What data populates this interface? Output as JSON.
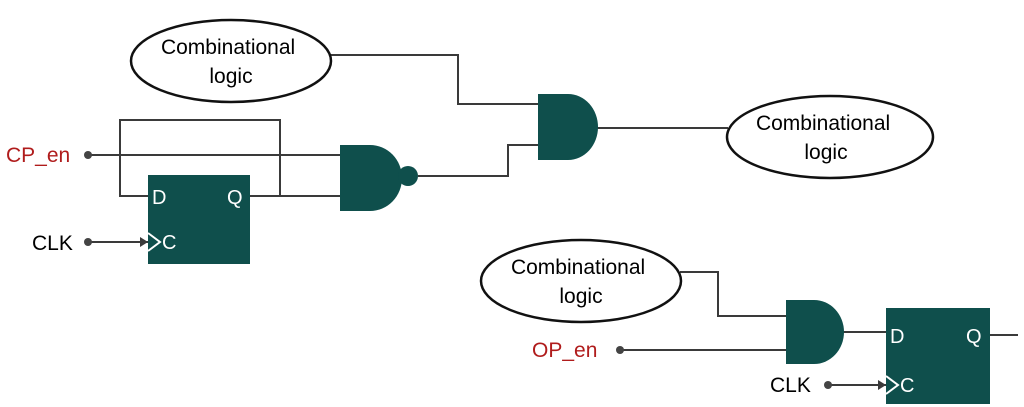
{
  "blocks": {
    "top_left": "Combinational logic",
    "right": "Combinational logic",
    "bottom": "Combinational logic"
  },
  "flipflops": {
    "ff1": {
      "d": "D",
      "q": "Q",
      "c": "C"
    },
    "ff2": {
      "d": "D",
      "q": "Q",
      "c": "C"
    }
  },
  "signals": {
    "cp_en": "CP_en",
    "clk1": "CLK",
    "op_en": "OP_en",
    "clk2": "CLK"
  },
  "colors": {
    "gate_fill": "#0f4f4c",
    "enable_label": "#b01c1c",
    "wire": "#3a3a3a"
  }
}
